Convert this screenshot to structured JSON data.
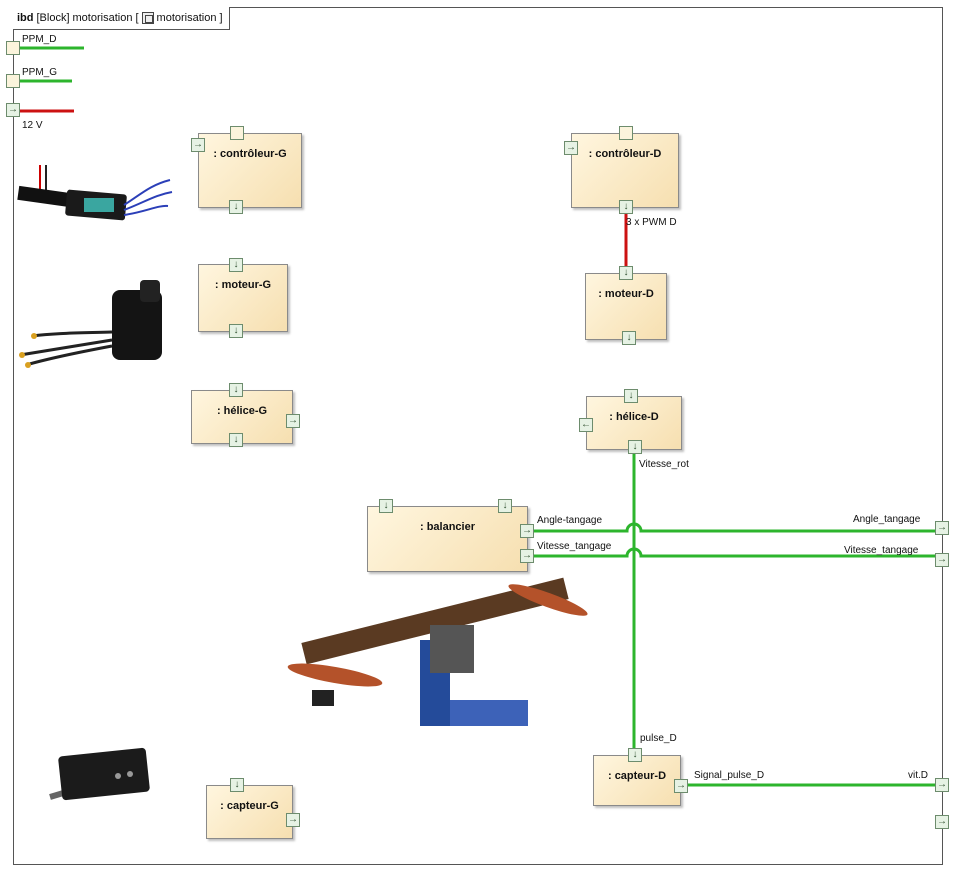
{
  "frame": {
    "keyword": "ibd",
    "stereotype": "[Block]",
    "name": "motorisation [",
    "ref_name": "motorisation ]"
  },
  "boundary_ports": {
    "ppm_d": "PPM_D",
    "ppm_g": "PPM_G",
    "v12": "12 V",
    "angle_tangage": "Angle_tangage",
    "vitesse_tangage": "Vitesse_tangage",
    "vit_d": "vit.D"
  },
  "blocks": {
    "controleur_g": ": contrôleur-G",
    "controleur_d": ": contrôleur-D",
    "moteur_g": ": moteur-G",
    "moteur_d": ": moteur-D",
    "helice_g": ": hélice-G",
    "helice_d": ": hélice-D",
    "balancier": ": balancier",
    "capteur_d": ": capteur-D",
    "capteur_g": ": capteur-G"
  },
  "connector_labels": {
    "pwm_d": "3 x PWM D",
    "vitesse_rot": "Vitesse_rot",
    "angle_tangage_port": "Angle-tangage",
    "vitesse_tangage_port": "Vitesse_tangage",
    "pulse_d": "pulse_D",
    "signal_pulse_d": "Signal_pulse_D"
  },
  "colors": {
    "signal": "#2db52d",
    "power": "#cc1111"
  }
}
